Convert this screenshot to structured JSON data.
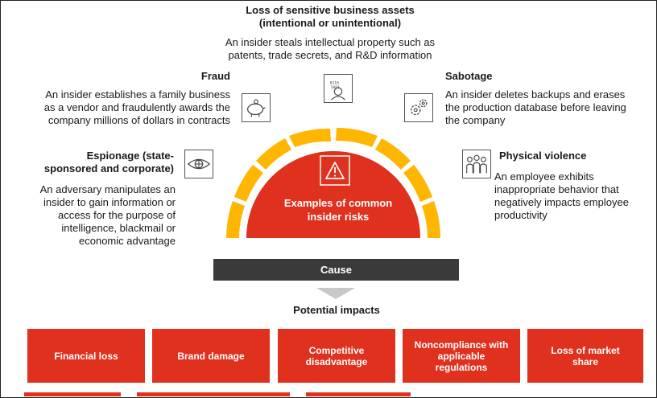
{
  "center": {
    "title": "Examples of common insider risks",
    "icon": "warning-icon"
  },
  "risks": {
    "loss": {
      "title_line1": "Loss of sensitive business assets",
      "title_line2": "(intentional or unintentional)",
      "desc_line1": "An insider steals intellectual property such as",
      "desc_line2": "patents, trade secrets, and R&D information",
      "icon": "data-theft-icon"
    },
    "fraud": {
      "title": "Fraud",
      "desc_line1": "An insider establishes  a family business",
      "desc_line2": "as a vendor and fraudulently awards the",
      "desc_line3": "company millions of dollars in contracts",
      "icon": "piggy-bank-icon"
    },
    "sabotage": {
      "title": "Sabotage",
      "desc_line1": "An insider deletes backups and erases",
      "desc_line2": "the production database before leaving",
      "desc_line3": "the company",
      "icon": "gears-icon"
    },
    "espionage": {
      "title_line1": "Espionage (state-",
      "title_line2": "sponsored and corporate)",
      "desc_line1": "An adversary manipulates  an",
      "desc_line2": "insider to gain information or",
      "desc_line3": "access for the purpose of",
      "desc_line4": "intelligence, blackmail or",
      "desc_line5": "economic advantage",
      "icon": "eye-icon"
    },
    "violence": {
      "title": "Physical violence",
      "desc_line1": "An employee exhibits",
      "desc_line2": "inappropriate behavior that",
      "desc_line3": "negatively impacts employee",
      "desc_line4": "productivity",
      "icon": "people-icon"
    }
  },
  "cause": {
    "label": "Cause"
  },
  "impacts": {
    "title": "Potential impacts",
    "items": [
      {
        "line1": "Financial loss",
        "line2": "",
        "line3": ""
      },
      {
        "line1": "Brand damage",
        "line2": "",
        "line3": ""
      },
      {
        "line1": "Competitive",
        "line2": "disadvantage",
        "line3": ""
      },
      {
        "line1": "Noncompliance with",
        "line2": "applicable",
        "line3": "regulations"
      },
      {
        "line1": "Loss of market",
        "line2": "share",
        "line3": ""
      }
    ]
  },
  "colors": {
    "red": "#e0301e",
    "orange": "#ffb600",
    "dark": "#3a3a3a",
    "arrow": "#c8c8c8"
  }
}
